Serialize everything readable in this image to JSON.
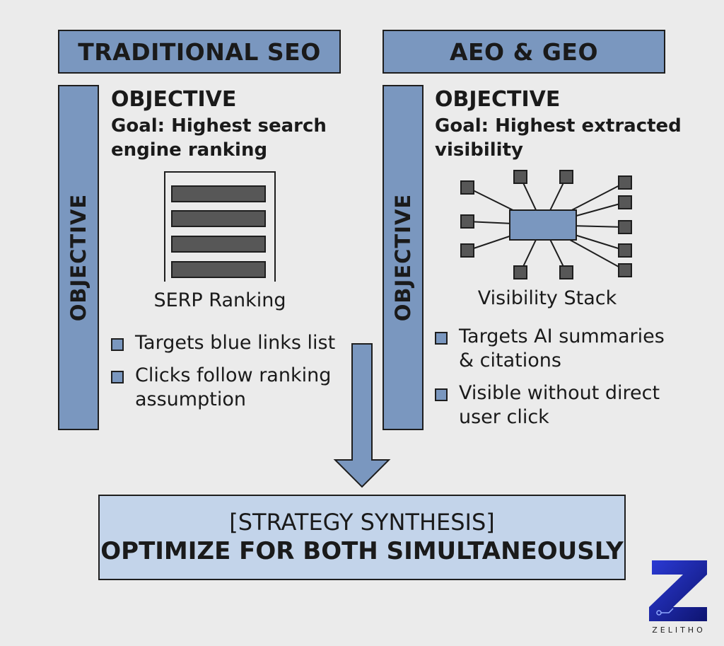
{
  "left": {
    "header": "TRADITIONAL SEO",
    "sidebar_label": "OBJECTIVE",
    "objective_title": "OBJECTIVE",
    "goal_line1": "Goal: Highest search",
    "goal_line2": "engine ranking",
    "illustration_caption": "SERP Ranking",
    "bullets": [
      {
        "line1": "Targets blue links list",
        "line2": ""
      },
      {
        "line1": "Clicks follow ranking",
        "line2": "assumption"
      }
    ]
  },
  "right": {
    "header": "AEO & GEO",
    "sidebar_label": "OBJECTIVE",
    "objective_title": "OBJECTIVE",
    "goal_line1": "Goal: Highest extracted",
    "goal_line2": "visibility",
    "illustration_caption": "Visibility Stack",
    "bullets": [
      {
        "line1": "Targets AI summaries",
        "line2": "& citations"
      },
      {
        "line1": "Visible without direct",
        "line2": "user click"
      }
    ]
  },
  "synthesis": {
    "line1": "[STRATEGY SYNTHESIS]",
    "line2": "OPTIMIZE FOR BOTH SIMULTANEOUSLY"
  },
  "logo": {
    "letter": "Z",
    "text": "ZELITHO"
  },
  "colors": {
    "accent_blue": "#7a97bf",
    "light_blue": "#c3d4ea",
    "dark_gray": "#575757",
    "background": "#ebebeb"
  },
  "icons": [
    "serp-ranking-icon",
    "visibility-stack-icon",
    "down-arrow-icon",
    "zelitho-logo"
  ]
}
